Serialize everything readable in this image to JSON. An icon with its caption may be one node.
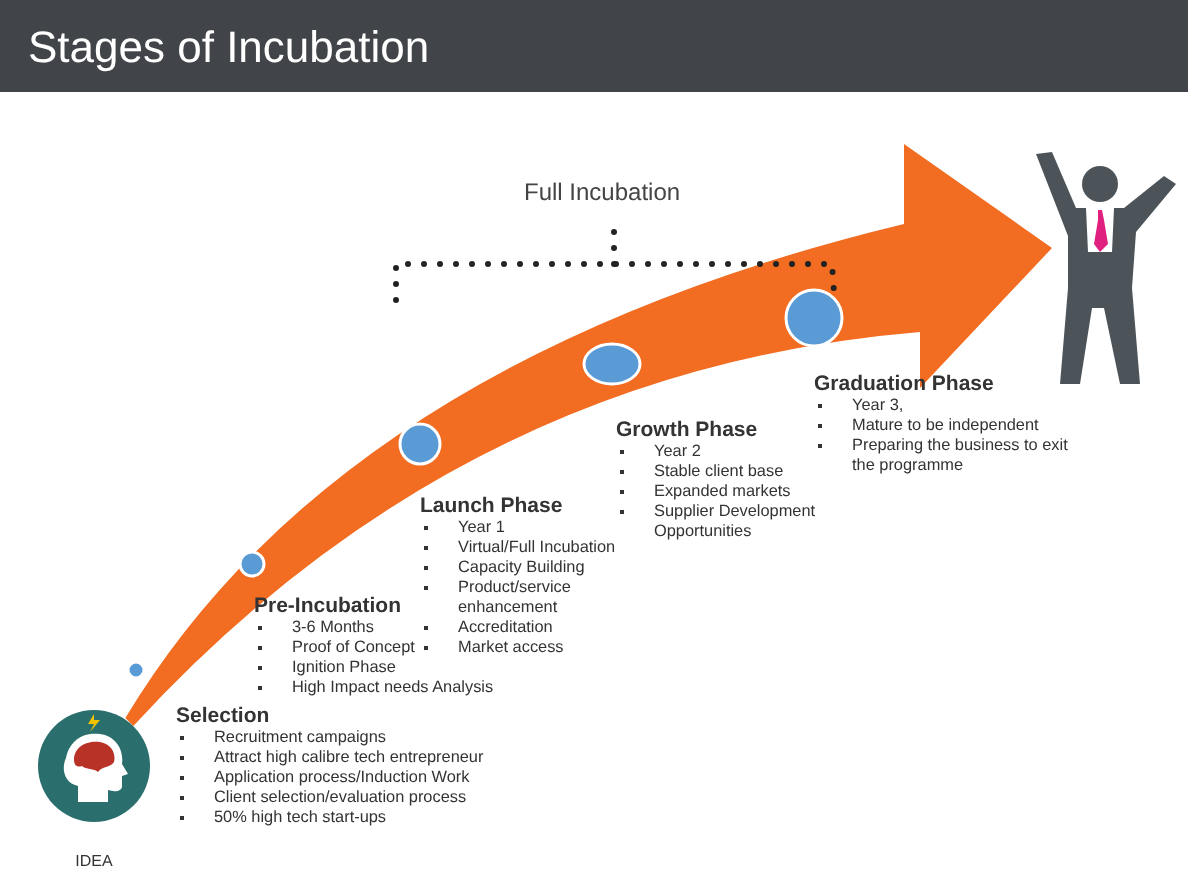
{
  "diagram": {
    "title": "Stages of Incubation",
    "nodes": [
      {
        "text": [],
        "shape": "circle",
        "beside": [
          "IDEA"
        ]
      },
      {
        "text": [],
        "shape": "person"
      }
    ],
    "edges": [
      {
        "from": 0,
        "to": 1,
        "arrow": "to",
        "style": "thick",
        "color": "#f26c21"
      }
    ],
    "labels": [
      "Full Incubation",
      "Graduation Phase",
      "Year 3,",
      "Mature to be independent",
      "Preparing the business to exit the programme",
      "Growth Phase",
      "Year 2",
      "Stable client base",
      "Expanded markets",
      "Supplier Development Opportunities",
      "Launch Phase",
      "Year 1",
      "Virtual/Full Incubation",
      "Capacity Building",
      "Product/service enhancement",
      "Accreditation",
      "Market access",
      "Pre-Incubation",
      "3-6 Months",
      "Proof of Concept",
      "Ignition Phase",
      "High Impact needs Analysis",
      "Selection",
      "Recruitment campaigns",
      "Attract high calibre tech entrepreneur",
      "Application process/Induction Work",
      "Client selection/evaluation process",
      "50% high tech start-ups"
    ]
  }
}
